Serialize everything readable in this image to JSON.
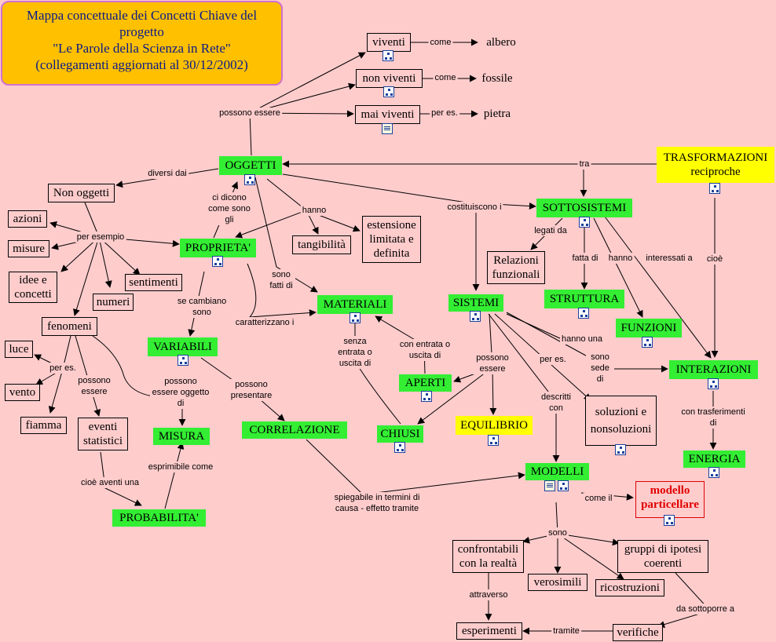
{
  "title": {
    "lines": [
      "Mappa concettuale dei Concetti Chiave del",
      "progetto",
      "\"Le Parole della Scienza in Rete\"",
      "(collegamenti aggiornati al 30/12/2002)"
    ]
  },
  "nodes": {
    "viventi": {
      "text": "viventi"
    },
    "non_viventi": {
      "text": "non viventi"
    },
    "mai_viventi": {
      "text": "mai viventi"
    },
    "albero": {
      "text": "albero"
    },
    "fossile": {
      "text": "fossile"
    },
    "pietra": {
      "text": "pietra"
    },
    "oggetti": {
      "text": "OGGETTI"
    },
    "trasformazioni": {
      "text": "TRASFORMAZIONI reciproche"
    },
    "non_oggetti": {
      "text": "Non oggetti"
    },
    "azioni": {
      "text": "azioni"
    },
    "misure": {
      "text": "misure"
    },
    "idee": {
      "text": "idee e concetti"
    },
    "numeri": {
      "text": "numeri"
    },
    "sentimenti": {
      "text": "sentimenti"
    },
    "fenomeni": {
      "text": "fenomeni"
    },
    "luce": {
      "text": "luce"
    },
    "vento": {
      "text": "vento"
    },
    "fiamma": {
      "text": "fiamma"
    },
    "eventi": {
      "text": "eventi statistici"
    },
    "proprieta": {
      "text": "PROPRIETA'"
    },
    "tangibilita": {
      "text": "tangibilità"
    },
    "estensione": {
      "text": "estensione limitata e definita"
    },
    "sottosistemi": {
      "text": "SOTTOSISTEMI"
    },
    "relazioni": {
      "text": "Relazioni funzionali"
    },
    "struttura": {
      "text": "STRUTTURA"
    },
    "funzioni": {
      "text": "FUNZIONI"
    },
    "materiali": {
      "text": "MATERIALI"
    },
    "sistemi": {
      "text": "SISTEMI"
    },
    "variabili": {
      "text": "VARIABILI"
    },
    "aperti": {
      "text": "APERTI"
    },
    "chiusi": {
      "text": "CHIUSI"
    },
    "equilibrio": {
      "text": "EQUILIBRIO"
    },
    "soluzioni": {
      "text": "soluzioni e nonsoluzioni"
    },
    "interazioni": {
      "text": "INTERAZIONI"
    },
    "energia": {
      "text": "ENERGIA"
    },
    "misura": {
      "text": "MISURA"
    },
    "correlazione": {
      "text": "CORRELAZIONE"
    },
    "probabilita": {
      "text": "PROBABILITA'"
    },
    "modelli": {
      "text": "MODELLI"
    },
    "modello_particellare": {
      "text": "modello particellare"
    },
    "confrontabili": {
      "text": "confrontabili con la realtà"
    },
    "verosimili": {
      "text": "verosimili"
    },
    "gruppi": {
      "text": "gruppi di ipotesi coerenti"
    },
    "ricostruzioni": {
      "text": "ricostruzioni"
    },
    "esperimenti": {
      "text": "esperimenti"
    },
    "verifiche": {
      "text": "verifiche"
    }
  },
  "link_labels": {
    "come1": "come",
    "come2": "come",
    "per_es1": "per es.",
    "possono_essere1": "possono essere",
    "diversi_dai": "diversi dai",
    "tra": "tra",
    "per_esempio": "per esempio",
    "ci_dicono": "ci dicono come sono gli",
    "hanno1": "hanno",
    "costituiscono": "costituiscono i",
    "legati_da": "legati da",
    "fatta_di": "fatta di",
    "hanno2": "hanno",
    "interessati_a": "interessati a",
    "cioe1": "cioè",
    "sono_fatti_di": "sono fatti di",
    "se_cambiano": "se cambiano sono",
    "caratterizzano": "caratterizzano i",
    "senza_entrata": "senza entrata o uscita di",
    "con_entrata": "con entrata o uscita di",
    "possono_essere2": "possono essere",
    "hanno_una": "hanno una",
    "per_es2": "per es.",
    "sono_sede_di": "sono sede di",
    "descritti_con": "descritti con",
    "con_trasferimenti": "con trasferimenti di",
    "per_es3": "per es.",
    "possono_essere3": "possono essere",
    "possono_essere_oggetto": "possono essere oggetto di",
    "possono_presentare": "possono presentare",
    "esprimibile": "esprimibile come",
    "cioe_aventi": "cioè aventi una",
    "spiegabile": "spiegabile in termini di causa - effetto tramite",
    "come_il": "come il",
    "sono": "sono",
    "attraverso": "attraverso",
    "da_sottoporre": "da sottoporre a",
    "tramite": "tramite"
  },
  "icons": {
    "tree": "concept-map-icon",
    "doc": "document-icon"
  },
  "colors": {
    "background": "#ffcccc",
    "highlight_green": "#33ee33",
    "highlight_yellow": "#ffff00",
    "title_fill": "#ffc000",
    "title_text": "#0a1a8a",
    "emphasis_red": "#e00000"
  }
}
